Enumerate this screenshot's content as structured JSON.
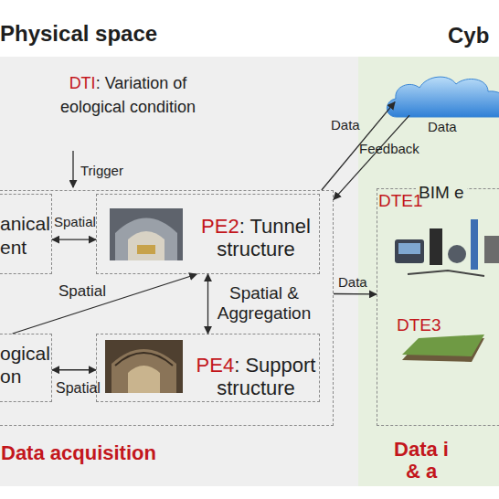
{
  "diagram": {
    "nodes": [
      {
        "text": [
          "Physical space",
          "Data acquisition"
        ]
      },
      {
        "text": [
          "anical ent"
        ],
        "in": 0
      },
      {
        "text": [
          "PE2",
          ": Tunnel structure"
        ],
        "in": 0
      },
      {
        "text": [
          "ogical on"
        ],
        "in": 0
      },
      {
        "text": [
          "PE4",
          ": Support structure"
        ],
        "in": 0
      },
      {
        "text": [
          "Data"
        ]
      },
      {
        "text": [
          "Cyb",
          "BIM e",
          "Data i & a"
        ]
      }
    ],
    "edges": [
      {
        "from": 0,
        "to": 5,
        "label": "Data",
        "arrow": "to"
      },
      {
        "from": 5,
        "to": 0,
        "label": "Feedback",
        "arrow": "to"
      },
      {
        "from": 1,
        "to": 2,
        "label": "Spatial",
        "arrow": "both"
      },
      {
        "from": 3,
        "to": 2,
        "label": "Spatial",
        "arrow": "to"
      },
      {
        "from": 2,
        "to": 4,
        "label": "Spatial & Aggregation",
        "arrow": "both"
      },
      {
        "from": 3,
        "to": 4,
        "label": "Spatial",
        "arrow": "both"
      },
      {
        "from": 0,
        "to": 6,
        "label": "Data",
        "arrow": "to"
      }
    ],
    "labels": [
      "DTI",
      ": Variation of eological condition",
      "Trigger",
      "DTE1",
      "DTE3"
    ]
  }
}
